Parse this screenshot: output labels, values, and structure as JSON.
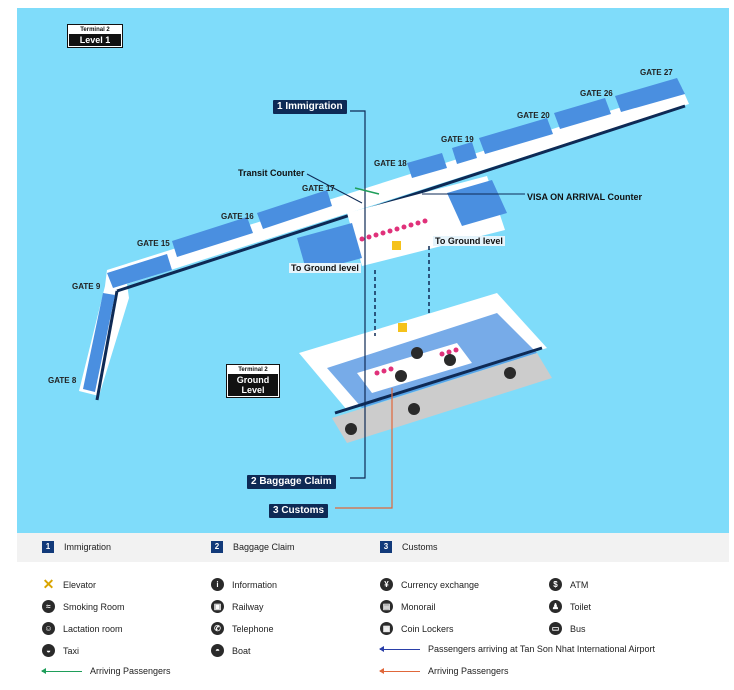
{
  "map": {
    "level1_box": {
      "terminal": "Terminal 2",
      "level": "Level 1"
    },
    "ground_box": {
      "terminal": "Terminal 2",
      "level1": "Ground",
      "level2": "Level"
    },
    "gates": [
      "GATE 27",
      "GATE 26",
      "GATE 20",
      "GATE 19",
      "GATE 18",
      "GATE 17",
      "GATE 16",
      "GATE 15",
      "GATE 9",
      "GATE 8"
    ],
    "annotations": {
      "transit": "Transit Counter",
      "visa": "VISA ON ARRIVAL Counter",
      "to_ground_right": "To Ground level",
      "to_ground_left": "To Ground level"
    },
    "tags": {
      "immigration": "1 Immigration",
      "baggage": "2 Baggage Claim",
      "customs": "3 Customs"
    },
    "colors": {
      "sea": "#7fdcfa",
      "terminal": "#ffffff",
      "gate": "#4a8fe0",
      "navy": "#0e2a55",
      "pink": "#e0317a",
      "legend_bg": "#f2f2f2"
    }
  },
  "legend": {
    "numbered": [
      {
        "num": "1",
        "label": "Immigration"
      },
      {
        "num": "2",
        "label": "Baggage Claim"
      },
      {
        "num": "3",
        "label": "Customs"
      }
    ],
    "items": [
      {
        "icon": "elevator-icon",
        "glyph": "✕",
        "label": "Elevator"
      },
      {
        "icon": "information-icon",
        "glyph": "i",
        "label": "Information"
      },
      {
        "icon": "currency-exchange-icon",
        "glyph": "¥",
        "label": "Currency exchange"
      },
      {
        "icon": "atm-icon",
        "glyph": "$",
        "label": "ATM"
      },
      {
        "icon": "smoking-room-icon",
        "glyph": "≈",
        "label": "Smoking Room"
      },
      {
        "icon": "railway-icon",
        "glyph": "▣",
        "label": "Railway"
      },
      {
        "icon": "monorail-icon",
        "glyph": "▤",
        "label": "Monorail"
      },
      {
        "icon": "toilet-icon",
        "glyph": "♟",
        "label": "Toilet"
      },
      {
        "icon": "lactation-room-icon",
        "glyph": "☺",
        "label": "Lactation room"
      },
      {
        "icon": "telephone-icon",
        "glyph": "✆",
        "label": "Telephone"
      },
      {
        "icon": "coin-lockers-icon",
        "glyph": "▦",
        "label": "Coin Lockers"
      },
      {
        "icon": "bus-icon",
        "glyph": "▭",
        "label": "Bus"
      },
      {
        "icon": "taxi-icon",
        "glyph": "◒",
        "label": "Taxi"
      },
      {
        "icon": "boat-icon",
        "glyph": "◓",
        "label": "Boat"
      }
    ],
    "arrows": [
      {
        "color": "#2a3fa8",
        "label": "Passengers arriving at Tan Son Nhat International Airport"
      },
      {
        "color": "#1f9e5a",
        "label": "Arriving Passengers"
      },
      {
        "color": "#e0673a",
        "label": "Arriving Passengers"
      }
    ]
  }
}
